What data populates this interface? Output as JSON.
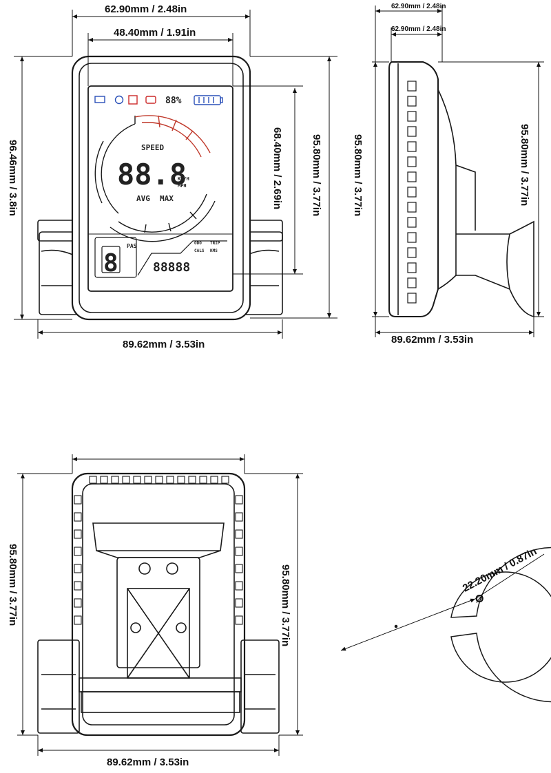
{
  "front_view": {
    "width_top": "62.90mm / 2.48in",
    "screen_width": "48.40mm / 1.91in",
    "overall_height": "96.46mm / 3.8in",
    "screen_height": "68.40mm / 2.69in",
    "body_height": "95.80mm / 3.77in",
    "overall_width": "89.62mm / 3.53in",
    "lcd": {
      "speed_label": "SPEED",
      "speed_digits": "88.8",
      "units_top": "KM/H",
      "units_bottom": "MPH",
      "avg": "AVG",
      "max": "MAX",
      "percent": "88%",
      "level_label": "PAS",
      "level_digit": "8",
      "odo_digits": "88888",
      "trip_label_1": "ODO",
      "trip_label_2": "TRIP",
      "trip_label_3": "CALS",
      "trip_label_4": "KMS"
    }
  },
  "side_view": {
    "top_dim_1": "62.90mm / 2.48in",
    "top_dim_2": "62.90mm / 2.48in",
    "left_height": "95.80mm / 3.77in",
    "right_height": "95.80mm / 3.77in",
    "bottom_width": "89.62mm / 3.53in"
  },
  "back_view": {
    "left_height": "95.80mm / 3.77in",
    "right_height": "95.80mm / 3.77in",
    "bottom_width": "89.62mm / 3.53in"
  },
  "clamp_view": {
    "diameter": "22.20mm / 0.87in",
    "diameter_symbol": "Ø"
  },
  "colors": {
    "line": "#1a1a1a",
    "lcd_arc_red": "#c0392b",
    "icon_blue": "#2a50b8",
    "icon_red": "#cc2a2a"
  }
}
